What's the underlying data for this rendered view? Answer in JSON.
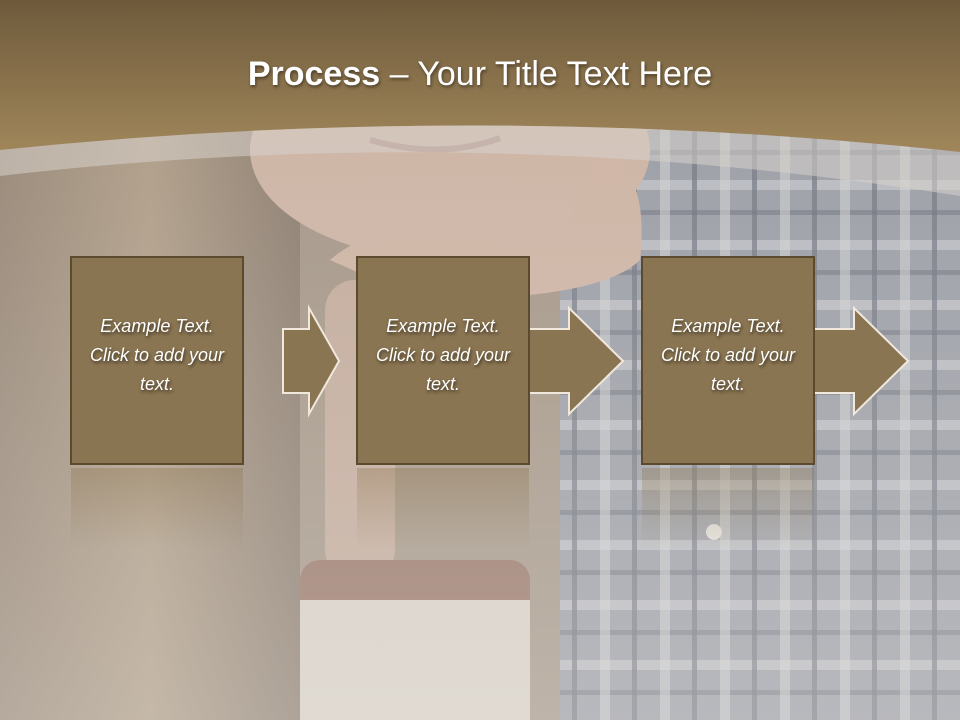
{
  "slide": {
    "title_bold": "Process",
    "title_rest": " – Your Title Text Here"
  },
  "steps": [
    {
      "text": "Example Text. Click  to add your text."
    },
    {
      "text": "Example Text. Click  to add your text."
    },
    {
      "text": "Example Text. Click  to add your text."
    }
  ],
  "colors": {
    "header_band": "#8b7248",
    "box_fill": "#8a7552",
    "box_border": "#5c4a2e",
    "text": "#ffffff"
  },
  "icons": {
    "arrow": "arrow-right-icon"
  }
}
